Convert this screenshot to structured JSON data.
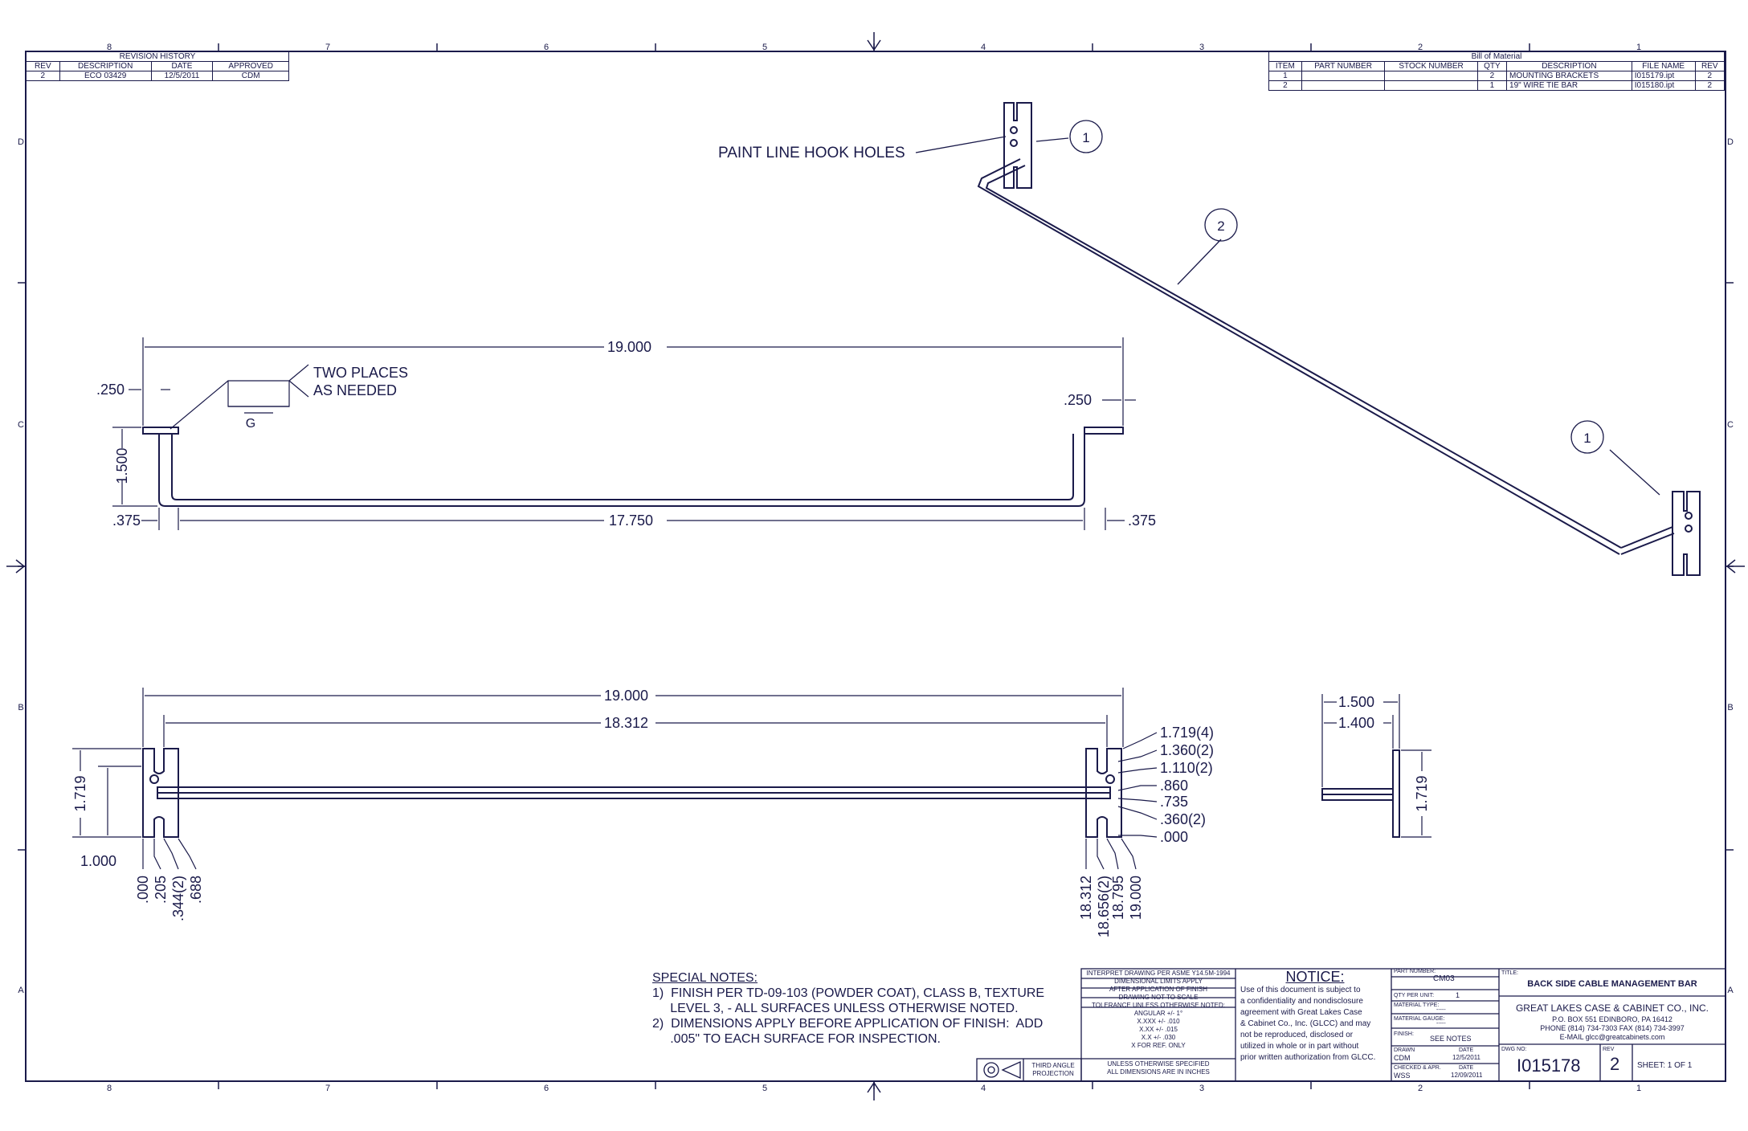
{
  "revision_history": {
    "title": "REVISION HISTORY",
    "headers": [
      "REV",
      "DESCRIPTION",
      "DATE",
      "APPROVED"
    ],
    "rows": [
      [
        "2",
        "ECO 03429",
        "12/5/2011",
        "CDM"
      ]
    ]
  },
  "bill_of_material": {
    "title": "Bill of Material",
    "headers": [
      "ITEM",
      "PART NUMBER",
      "STOCK NUMBER",
      "QTY",
      "DESCRIPTION",
      "FILE NAME",
      "REV"
    ],
    "rows": [
      [
        "1",
        "",
        "",
        "2",
        "MOUNTING BRACKETS",
        "I015179.ipt",
        "2"
      ],
      [
        "2",
        "",
        "",
        "1",
        "19\" WIRE TIE BAR",
        "I015180.ipt",
        "2"
      ]
    ]
  },
  "zones": {
    "columns": [
      "8",
      "7",
      "6",
      "5",
      "4",
      "3",
      "2",
      "1"
    ],
    "rows": [
      "D",
      "C",
      "B",
      "A"
    ]
  },
  "callouts": {
    "hook_holes": "PAINT LINE HOOK HOLES",
    "balloon_1": "1",
    "balloon_2": "2",
    "two_places_1": "TWO PLACES",
    "two_places_2": "AS NEEDED",
    "weld_symbol": "G"
  },
  "front_view_dims": {
    "overall": "19.000",
    "flange_left": ".250",
    "flange_right": ".250",
    "height": "1.500",
    "inner": "17.750",
    "offset_left": ".375",
    "offset_right": ".375"
  },
  "top_view_dims": {
    "overall": "19.000",
    "inner": "18.312",
    "bracket_height": "1.719",
    "bracket_offset": "1.000",
    "bottom_left": [
      ".000",
      ".205",
      ".344(2)",
      ".688"
    ],
    "bottom_right": [
      "18.312",
      "18.656(2)",
      "18.795",
      "19.000"
    ],
    "right_side": [
      "1.719(4)",
      "1.360(2)",
      "1.110(2)",
      ".860",
      ".735",
      ".360(2)",
      ".000"
    ]
  },
  "side_view_dims": {
    "width_outer": "1.500",
    "width_inner": "1.400",
    "height": "1.719"
  },
  "special_notes": {
    "heading": "SPECIAL NOTES:",
    "line1": "1)  FINISH PER TD-09-103 (POWDER COAT), CLASS B, TEXTURE",
    "line2": "     LEVEL 3, - ALL SURFACES UNLESS OTHERWISE NOTED.",
    "line3": "2)  DIMENSIONS APPLY BEFORE APPLICATION OF FINISH:  ADD",
    "line4": "     .005\" TO EACH SURFACE FOR INSPECTION."
  },
  "title_block": {
    "interp_1": "INTERPRET DRAWING PER ASME Y14.5M-1994",
    "interp_2": "DIMENSIONAL LIMITS APPLY",
    "interp_3": "AFTER APPLICATION OF FINISH",
    "not_to_scale": "DRAWING NOT TO SCALE",
    "tol_head": "TOLERANCE UNLESS OTHERWISE NOTED:",
    "tol_1": "ANGULAR +/- 1°",
    "tol_2": "X.XXX +/- .010",
    "tol_3": "X.XX +/- .015",
    "tol_4": "X.X +/- .030",
    "tol_5": "X FOR REF. ONLY",
    "units_1": "UNLESS OTHERWISE SPECIFIED",
    "units_2": "ALL DIMENSIONS ARE IN INCHES",
    "projection_1": "THIRD ANGLE",
    "projection_2": "PROJECTION",
    "notice_head": "NOTICE:",
    "notice_1": "Use of this document is subject to",
    "notice_2": "a confidentiality and nondisclosure",
    "notice_3": "agreement with Great Lakes Case",
    "notice_4": "& Cabinet Co., Inc. (GLCC) and may",
    "notice_5": "not be reproduced, disclosed or",
    "notice_6": "utilized in whole or in part without",
    "notice_7": "prior written authorization from GLCC.",
    "part_number_label": "PART NUMBER:",
    "part_number": "CM03",
    "qty_label": "QTY PER UNIT:",
    "qty": "1",
    "material_type_label": "MATERIAL TYPE:",
    "material_type": "-----",
    "material_gauge_label": "MATERIAL GAUGE:",
    "material_gauge": "-----",
    "finish_label": "FINISH:",
    "finish": "SEE NOTES",
    "drawn_label": "DRAWN",
    "drawn_by": "CDM",
    "drawn_date_label": "DATE",
    "drawn_date": "12/5/2011",
    "checked_label": "CHECKED & APR.",
    "checked_by": "WSS",
    "checked_date_label": "DATE",
    "checked_date": "12/09/2011",
    "title_label": "TITLE:",
    "title": "BACK SIDE CABLE MANAGEMENT BAR",
    "company": "GREAT LAKES CASE & CABINET CO., INC.",
    "address": "P.O. BOX 551 EDINBORO, PA 16412",
    "phone": "PHONE (814) 734-7303  FAX (814) 734-3997",
    "email": "E-MAIL glcc@greatcabinets.com",
    "dwg_no_label": "DWG NO:",
    "dwg_no": "I015178",
    "rev_label": "REV",
    "rev": "2",
    "sheet": "SHEET: 1  OF  1"
  }
}
